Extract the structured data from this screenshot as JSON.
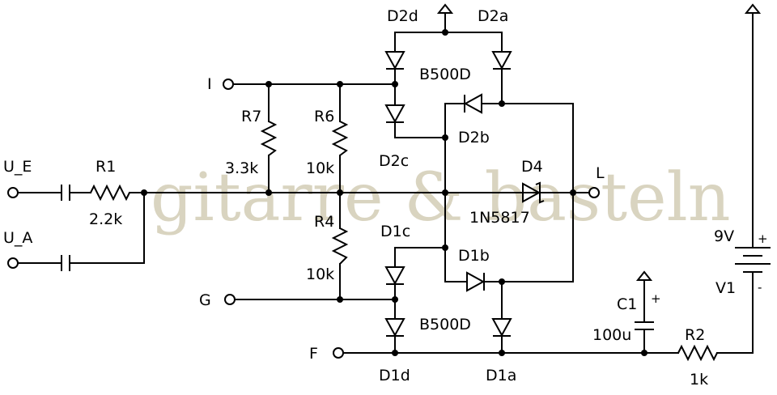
{
  "watermark": "gitarre & basteln",
  "terminals": {
    "u_e": "U_E",
    "u_a": "U_A",
    "i": "I",
    "g": "G",
    "f": "F",
    "l": "L"
  },
  "resistors": {
    "r1": {
      "name": "R1",
      "value": "2.2k"
    },
    "r7": {
      "name": "R7",
      "value": "3.3k"
    },
    "r6": {
      "name": "R6",
      "value": "10k"
    },
    "r4": {
      "name": "R4",
      "value": "10k"
    },
    "r2": {
      "name": "R2",
      "value": "1k"
    }
  },
  "diodes": {
    "d2a": "D2a",
    "d2b": "D2b",
    "d2c": "D2c",
    "d2d": "D2d",
    "d1a": "D1a",
    "d1b": "D1b",
    "d1c": "D1c",
    "d1d": "D1d",
    "d4": "D4"
  },
  "parts": {
    "bridge_top": "B500D",
    "bridge_bottom": "B500D",
    "schottky": "1N5817"
  },
  "capacitor": {
    "name": "C1",
    "value": "100u",
    "plus": "+"
  },
  "battery": {
    "voltage": "9V",
    "name": "V1",
    "plus": "+",
    "minus": "-"
  }
}
